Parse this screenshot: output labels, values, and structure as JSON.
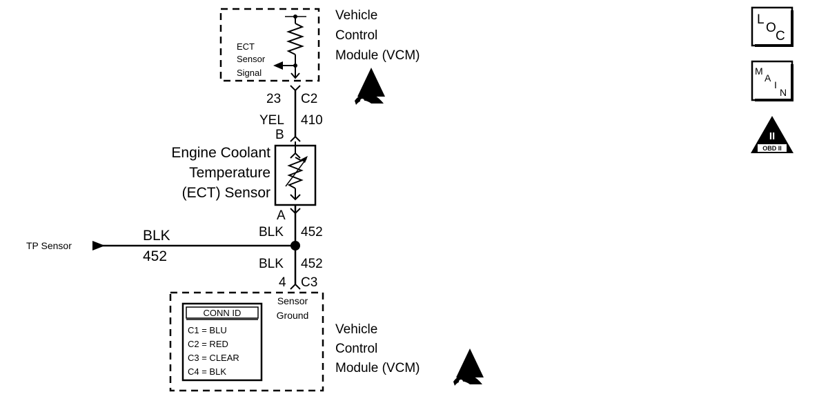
{
  "vcm_top": {
    "name_lines": [
      "Vehicle",
      "Control",
      "Module (VCM)"
    ],
    "signal_lines": [
      "ECT",
      "Sensor",
      "Signal"
    ]
  },
  "upper_wire": {
    "pin": "23",
    "connector": "C2",
    "color": "YEL",
    "circuit": "410"
  },
  "sensor": {
    "pin_top": "B",
    "pin_bottom": "A",
    "name_lines": [
      "Engine Coolant",
      "Temperature",
      "(ECT) Sensor"
    ]
  },
  "mid_wire": {
    "color": "BLK",
    "circuit": "452"
  },
  "tp_branch": {
    "label": "TP Sensor",
    "color": "BLK",
    "circuit": "452"
  },
  "lower_wire": {
    "color": "BLK",
    "circuit": "452",
    "pin": "4",
    "connector": "C3"
  },
  "vcm_bottom": {
    "name_lines": [
      "Vehicle",
      "Control",
      "Module (VCM)"
    ],
    "ground_lines": [
      "Sensor",
      "Ground"
    ]
  },
  "conn_id": {
    "title": "CONN ID",
    "rows": [
      "C1 = BLU",
      "C2 = RED",
      "C3 = CLEAR",
      "C4 = BLK"
    ]
  },
  "badges": {
    "loc": [
      "L",
      "O",
      "C"
    ],
    "main": [
      "M",
      "A",
      "I",
      "N"
    ],
    "obd_numeral": "II",
    "obd_text": "OBD II"
  }
}
